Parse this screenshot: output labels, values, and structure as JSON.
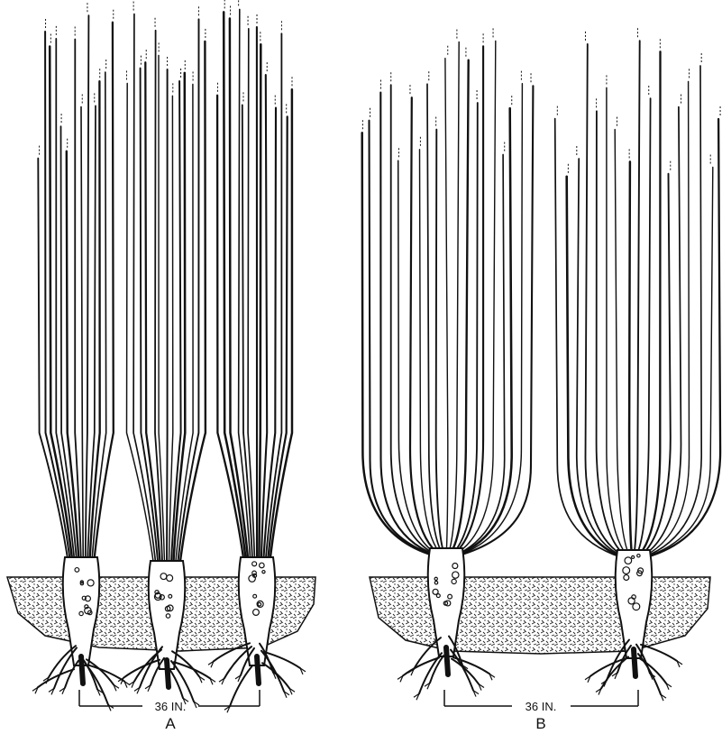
{
  "figure": {
    "panels": [
      {
        "id": "A",
        "label": "A",
        "spacing_label": "36 IN.",
        "plant_count": 3
      },
      {
        "id": "B",
        "label": "B",
        "spacing_label": "36 IN.",
        "plant_count": 2
      }
    ],
    "colors": {
      "ink": "#111111",
      "paper": "#ffffff"
    }
  }
}
